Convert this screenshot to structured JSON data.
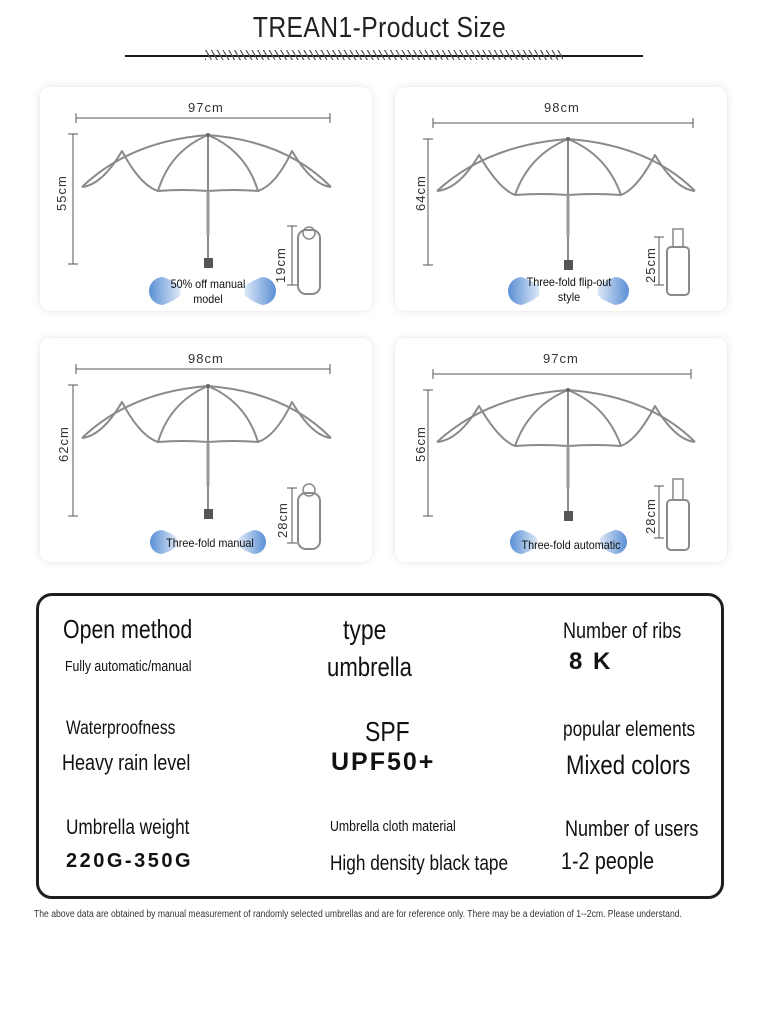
{
  "page": {
    "title": "TREAN1-Product Size",
    "footnote": "The above data are obtained by manual measurement of randomly selected umbrellas and are for reference only. There may be a deviation of 1--2cm. Please understand."
  },
  "products": [
    {
      "label": "50% off manual model",
      "open_width": "97cm",
      "open_height": "55cm",
      "folded_length": "19cm"
    },
    {
      "label": "Three-fold flip-out style",
      "open_width": "98cm",
      "open_height": "64cm",
      "folded_length": "25cm"
    },
    {
      "label": "Three-fold manual",
      "open_width": "98cm",
      "open_height": "62cm",
      "folded_length": "28cm"
    },
    {
      "label": "Three-fold automatic",
      "open_width": "97cm",
      "open_height": "56cm",
      "folded_length": "28cm"
    }
  ],
  "specs": {
    "open_method_label": "Open method",
    "open_method_value": "Fully automatic/manual",
    "type_label": "type",
    "type_value": "umbrella",
    "ribs_label": "Number of ribs",
    "ribs_value": "8 K",
    "waterproof_label": "Waterproofness",
    "waterproof_value": "Heavy rain level",
    "spf_label": "SPF",
    "spf_value": "UPF50+",
    "elements_label": "popular elements",
    "elements_value": "Mixed colors",
    "weight_label": "Umbrella weight",
    "weight_value": "220G-350G",
    "cloth_label": "Umbrella cloth material",
    "cloth_value": "High density black tape",
    "users_label": "Number of users",
    "users_value": "1-2 people"
  },
  "colors": {
    "accent_blue": "#5b8fd4",
    "umbrella_line": "#8a8a8a",
    "frame": "#1e1e1e"
  }
}
